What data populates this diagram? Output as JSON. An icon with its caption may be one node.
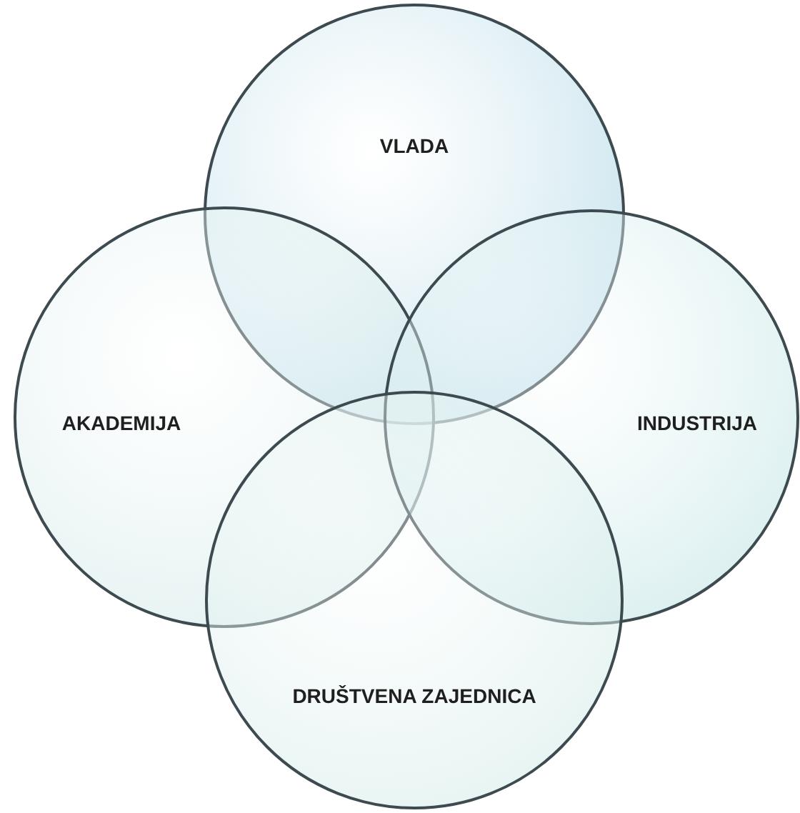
{
  "diagram": {
    "nodes": [
      {
        "text": [
          "VLADA"
        ]
      },
      {
        "text": [
          "AKADEMIJA"
        ]
      },
      {
        "text": [
          "INDUSTRIJA"
        ]
      },
      {
        "text": [
          "DRUŠTVENA ZAJEDNICA"
        ]
      }
    ],
    "edges": []
  }
}
